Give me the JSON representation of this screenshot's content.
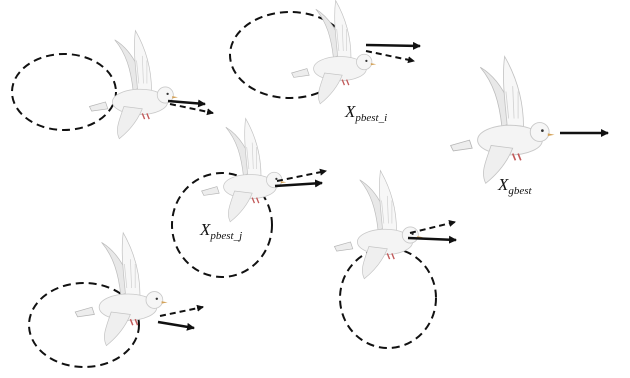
{
  "labels": {
    "pbest_i": {
      "main": "X",
      "sub": "pbest_i"
    },
    "gbest": {
      "main": "X",
      "sub": "gbest"
    },
    "pbest_j": {
      "main": "X",
      "sub": "pbest_j"
    }
  },
  "colors": {
    "stroke": "#111111",
    "bird_body": "#f4f4f4",
    "bird_shadow": "#c9c9c9",
    "beak": "#d4a259"
  },
  "icons": [
    "dove-icon",
    "dashed-ellipse-trajectory",
    "velocity-arrow-icon",
    "dashed-arrow-icon"
  ]
}
